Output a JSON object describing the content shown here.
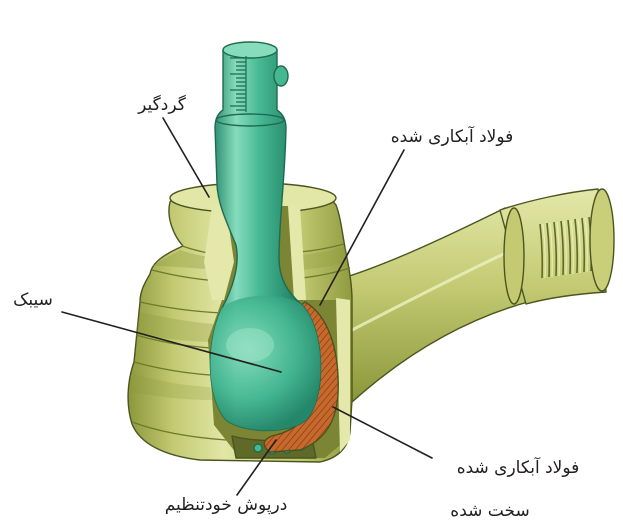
{
  "labels": {
    "dust_boot": "گردگیر",
    "plated_steel_top": "فولاد آبکاری شده",
    "ball_joint": "سیبک",
    "hardened_plated_steel_line1": "فولاد آبکاری شده",
    "hardened_plated_steel_line2": "سخت شده",
    "self_adjusting_cap": "درپوش خودتنظیم"
  },
  "colors": {
    "housing_light": "#e2e6a6",
    "housing_mid": "#c3ca72",
    "housing_dark": "#8c973b",
    "housing_face": "#e4e8ab",
    "housing_interior": "#7b8534",
    "shaft_light": "#86dcbd",
    "shaft_mid": "#45b892",
    "shaft_dark": "#25876a",
    "bearing": "#c7692c",
    "bearing_hatch": "#6e3210",
    "leader": "#231f20",
    "label_text": "#231f20"
  }
}
